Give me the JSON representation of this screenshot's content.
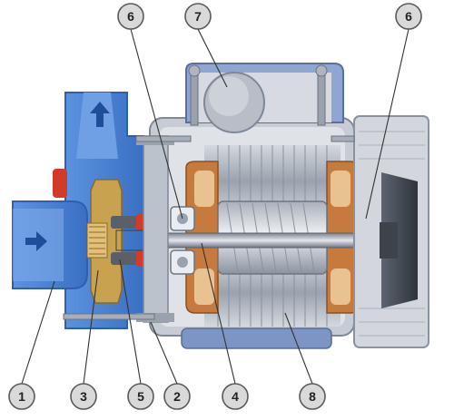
{
  "callouts": [
    {
      "label": "6"
    },
    {
      "label": "7"
    },
    {
      "label": "6"
    },
    {
      "label": "1"
    },
    {
      "label": "3"
    },
    {
      "label": "5"
    },
    {
      "label": "2"
    },
    {
      "label": "4"
    },
    {
      "label": "8"
    }
  ],
  "colors": {
    "housing_grey": "#c7ccd4",
    "housing_dark": "#7e8896",
    "pump_blue": "#4f86d6",
    "pump_blue_dark": "#2f5fae",
    "impeller_brass": "#c9a24f",
    "winding_copper": "#c77a3e",
    "seal_red": "#d23a2a",
    "flow_arrow_blue": "#1e4e9a"
  }
}
